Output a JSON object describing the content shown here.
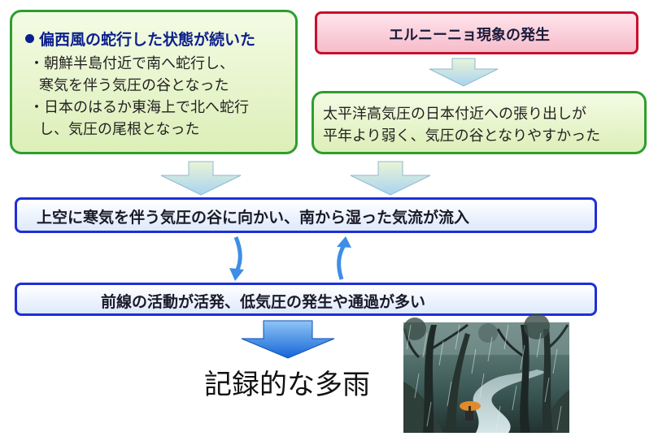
{
  "left_box": {
    "heading": "偏西風の蛇行した状態が続いた",
    "line1": "・朝鮮半島付近で南へ蛇行し、",
    "line2": "寒気を伴う気圧の谷となった",
    "line3": "・日本のはるか東海上で北へ蛇行",
    "line4": "し、気圧の尾根となった"
  },
  "elnino_box": {
    "label": "エルニーニョ現象の発生"
  },
  "pacific_box": {
    "line1": "太平洋高気圧の日本付近への張り出しが",
    "line2": "平年より弱く、気圧の谷となりやすかった"
  },
  "upper_box": {
    "label": "上空に寒気を伴う気圧の谷に向かい、南から湿った気流が流入"
  },
  "front_box": {
    "label": "前線の活動が活発、低気圧の発生や通過が多い"
  },
  "result": {
    "label": "記録的な多雨"
  },
  "colors": {
    "green_border": "#2e9e2e",
    "red_border": "#c8102e",
    "blue_border": "#1f2fd6",
    "heading_text": "#0b1f8c"
  }
}
